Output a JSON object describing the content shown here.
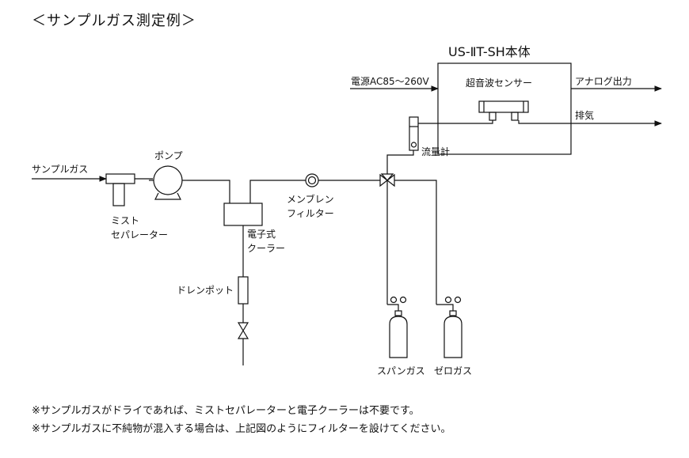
{
  "title": "＜サンプルガス測定例＞",
  "main_unit": {
    "title": "US-ⅡT-SH本体",
    "sensor_label": "超音波センサー"
  },
  "labels": {
    "power": "電源AC85～260V",
    "analog_out": "アナログ出力",
    "exhaust": "排気",
    "flowmeter": "流量計",
    "sample_gas": "サンプルガス",
    "pump": "ポンプ",
    "mist_separator_line1": "ミスト",
    "mist_separator_line2": "セパレーター",
    "membrane_filter_line1": "メンブレン",
    "membrane_filter_line2": "フィルター",
    "cooler_line1": "電子式",
    "cooler_line2": "クーラー",
    "drain_pot": "ドレンポット",
    "span_gas": "スパンガス",
    "zero_gas": "ゼロガス"
  },
  "notes": [
    "※サンプルガスがドライであれば、ミストセパレーターと電子クーラーは不要です。",
    "※サンプルガスに不純物が混入する場合は、上記図のようにフィルターを設けてください。"
  ]
}
